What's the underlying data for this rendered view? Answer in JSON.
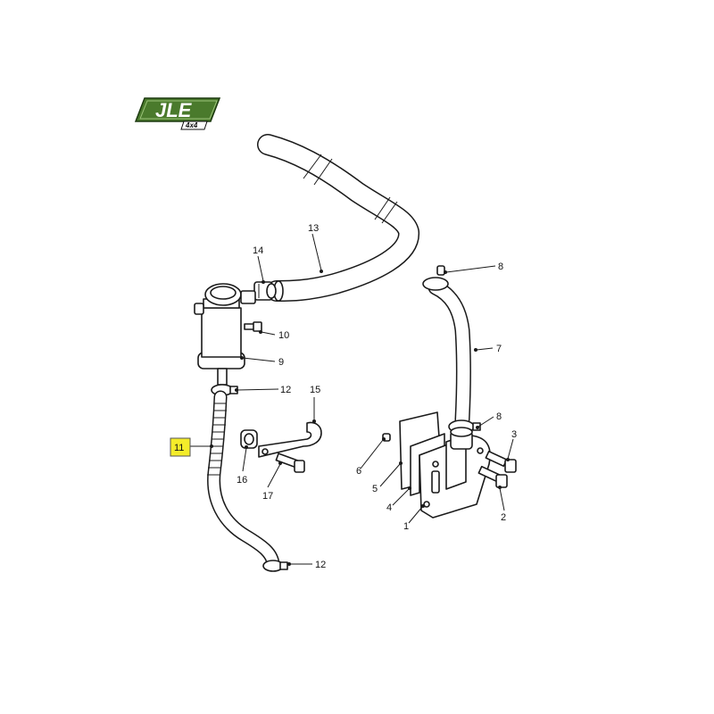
{
  "logo": {
    "text": "JLE",
    "subtext": "4x4"
  },
  "callouts": [
    {
      "id": "c1",
      "label": "1"
    },
    {
      "id": "c2",
      "label": "2"
    },
    {
      "id": "c3",
      "label": "3"
    },
    {
      "id": "c4",
      "label": "4"
    },
    {
      "id": "c5",
      "label": "5"
    },
    {
      "id": "c6",
      "label": "6"
    },
    {
      "id": "c7",
      "label": "7"
    },
    {
      "id": "c8a",
      "label": "8"
    },
    {
      "id": "c8b",
      "label": "8"
    },
    {
      "id": "c9",
      "label": "9"
    },
    {
      "id": "c10",
      "label": "10"
    },
    {
      "id": "c11",
      "label": "11",
      "highlighted": true
    },
    {
      "id": "c12a",
      "label": "12"
    },
    {
      "id": "c12b",
      "label": "12"
    },
    {
      "id": "c13",
      "label": "13"
    },
    {
      "id": "c14",
      "label": "14"
    },
    {
      "id": "c15",
      "label": "15"
    },
    {
      "id": "c16",
      "label": "16"
    },
    {
      "id": "c17",
      "label": "17"
    }
  ],
  "colors": {
    "highlight": "#f4ec2a",
    "logo_green": "#4a7a2c",
    "line": "#1a1a1a"
  }
}
